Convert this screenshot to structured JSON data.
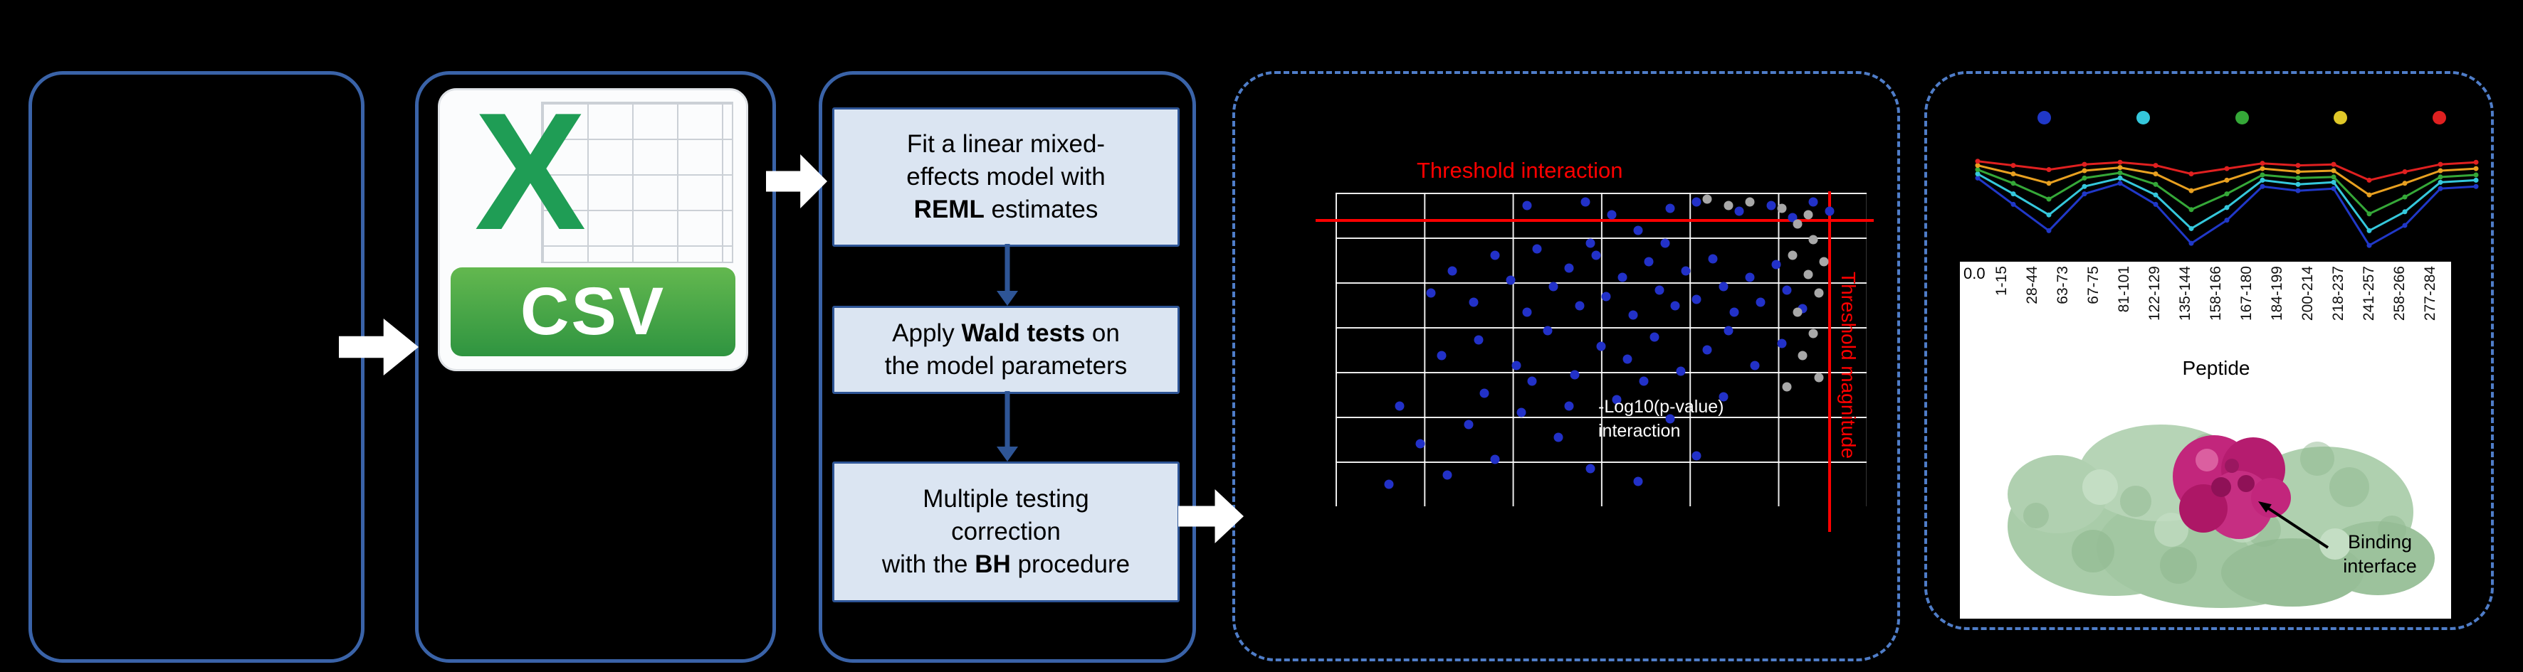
{
  "colors": {
    "bg": "#000000",
    "panel-border": "#3A63A8",
    "dashed-border": "#4F7DC8",
    "box-fill": "#DBE5F2",
    "box-border": "#2E5596",
    "flow-arrow": "#2E5596",
    "threshold-red": "#FF0000",
    "dot-blue": "#2231C8",
    "dot-gray": "#A8A8A8",
    "csv-x-green": "#1F9D55",
    "csv-banner-green": "#2F9440",
    "protein-green": "#A9CCA9",
    "protein-magenta": "#C2267C"
  },
  "csv": {
    "x_label": "X",
    "banner_label": "CSV"
  },
  "flow": {
    "steps": [
      {
        "l1": "Fit a linear mixed-",
        "l2": "effects model with",
        "l3_bold": "REML",
        "l3_rest": " estimates"
      },
      {
        "l1_pre": "Apply ",
        "l1_bold": "Wald tests",
        "l1_post": " on",
        "l2": "the model parameters"
      },
      {
        "l1": "Multiple testing",
        "l2": "correction",
        "l3_pre": "with the ",
        "l3_bold": "BH",
        "l3_post": " procedure"
      }
    ]
  },
  "protein": {
    "caption": [
      "Binding",
      "interface"
    ]
  },
  "chart_data": [
    {
      "id": "significance-scatter",
      "type": "scatter",
      "grid": true,
      "annotations": {
        "top_threshold": "Threshold interaction",
        "right_threshold": "Threshold magnitude",
        "inner_label": [
          "-Log10(p-value)",
          "interaction"
        ]
      },
      "threshold_top_y_pct": 8.5,
      "threshold_right_x_pct": 92.8,
      "series": [
        {
          "name": "significant-peptides",
          "color": "#2231C8",
          "points_pct": [
            [
              36,
              4
            ],
            [
              47,
              3
            ],
            [
              52,
              7
            ],
            [
              57,
              12
            ],
            [
              63,
              5
            ],
            [
              68,
              3
            ],
            [
              76,
              6
            ],
            [
              82,
              4
            ],
            [
              86,
              8
            ],
            [
              90,
              3
            ],
            [
              93,
              6
            ],
            [
              18,
              32
            ],
            [
              22,
              25
            ],
            [
              26,
              35
            ],
            [
              30,
              20
            ],
            [
              33,
              28
            ],
            [
              36,
              38
            ],
            [
              38,
              18
            ],
            [
              41,
              30
            ],
            [
              44,
              24
            ],
            [
              46,
              36
            ],
            [
              49,
              20
            ],
            [
              51,
              33
            ],
            [
              54,
              27
            ],
            [
              56,
              39
            ],
            [
              59,
              22
            ],
            [
              61,
              31
            ],
            [
              64,
              36
            ],
            [
              66,
              25
            ],
            [
              68,
              34
            ],
            [
              71,
              21
            ],
            [
              73,
              30
            ],
            [
              75,
              38
            ],
            [
              78,
              27
            ],
            [
              80,
              35
            ],
            [
              83,
              23
            ],
            [
              85,
              31
            ],
            [
              88,
              37
            ],
            [
              62,
              16
            ],
            [
              48,
              16
            ],
            [
              20,
              52
            ],
            [
              27,
              47
            ],
            [
              34,
              55
            ],
            [
              40,
              44
            ],
            [
              45,
              58
            ],
            [
              50,
              49
            ],
            [
              55,
              53
            ],
            [
              60,
              46
            ],
            [
              65,
              57
            ],
            [
              70,
              50
            ],
            [
              74,
              44
            ],
            [
              79,
              55
            ],
            [
              84,
              48
            ],
            [
              58,
              60
            ],
            [
              37,
              60
            ],
            [
              12,
              68
            ],
            [
              16,
              80
            ],
            [
              21,
              90
            ],
            [
              25,
              74
            ],
            [
              30,
              85
            ],
            [
              35,
              70
            ],
            [
              42,
              78
            ],
            [
              48,
              88
            ],
            [
              53,
              66
            ],
            [
              57,
              92
            ],
            [
              63,
              72
            ],
            [
              68,
              84
            ],
            [
              73,
              65
            ],
            [
              10,
              93
            ],
            [
              28,
              64
            ],
            [
              44,
              68
            ]
          ]
        },
        {
          "name": "non-significant-peptides",
          "color": "#A8A8A8",
          "points_pct": [
            [
              84,
              5
            ],
            [
              87,
              10
            ],
            [
              90,
              15
            ],
            [
              86,
              20
            ],
            [
              89,
              26
            ],
            [
              91,
              32
            ],
            [
              87,
              38
            ],
            [
              90,
              45
            ],
            [
              88,
              52
            ],
            [
              91,
              59
            ],
            [
              89,
              7
            ],
            [
              92,
              22
            ],
            [
              78,
              3
            ],
            [
              74,
              4
            ],
            [
              70,
              2
            ],
            [
              85,
              62
            ]
          ]
        }
      ]
    },
    {
      "id": "deuterium-uptake-profile",
      "type": "line",
      "categories": [
        "1-15",
        "28-44",
        "63-73",
        "67-75",
        "81-101",
        "122-129",
        "135-144",
        "158-166",
        "167-180",
        "184-199",
        "200-214",
        "218-237",
        "241-257",
        "258-266",
        "277-284"
      ],
      "xlabel": "Peptide",
      "y_tick_label": "0.0",
      "legend_dot_colors": [
        "#2038C8",
        "#35C8DC",
        "#35A838",
        "#E0C828",
        "#E02020"
      ],
      "series": [
        {
          "name": "blue",
          "color": "#2038C8",
          "values": [
            0.7,
            0.45,
            0.2,
            0.55,
            0.65,
            0.45,
            0.08,
            0.3,
            0.62,
            0.58,
            0.6,
            0.06,
            0.25,
            0.6,
            0.62
          ]
        },
        {
          "name": "cyan",
          "color": "#35C8DC",
          "values": [
            0.74,
            0.55,
            0.35,
            0.62,
            0.7,
            0.54,
            0.22,
            0.42,
            0.68,
            0.64,
            0.66,
            0.2,
            0.38,
            0.66,
            0.68
          ]
        },
        {
          "name": "green",
          "color": "#35A838",
          "values": [
            0.78,
            0.65,
            0.5,
            0.7,
            0.75,
            0.64,
            0.4,
            0.55,
            0.73,
            0.7,
            0.71,
            0.36,
            0.52,
            0.71,
            0.73
          ]
        },
        {
          "name": "orange",
          "color": "#E8A020",
          "values": [
            0.82,
            0.74,
            0.65,
            0.77,
            0.8,
            0.74,
            0.58,
            0.68,
            0.79,
            0.76,
            0.77,
            0.54,
            0.65,
            0.77,
            0.79
          ]
        },
        {
          "name": "red",
          "color": "#E02020",
          "values": [
            0.86,
            0.82,
            0.78,
            0.83,
            0.85,
            0.82,
            0.74,
            0.79,
            0.84,
            0.82,
            0.83,
            0.68,
            0.76,
            0.83,
            0.85
          ]
        }
      ]
    }
  ]
}
